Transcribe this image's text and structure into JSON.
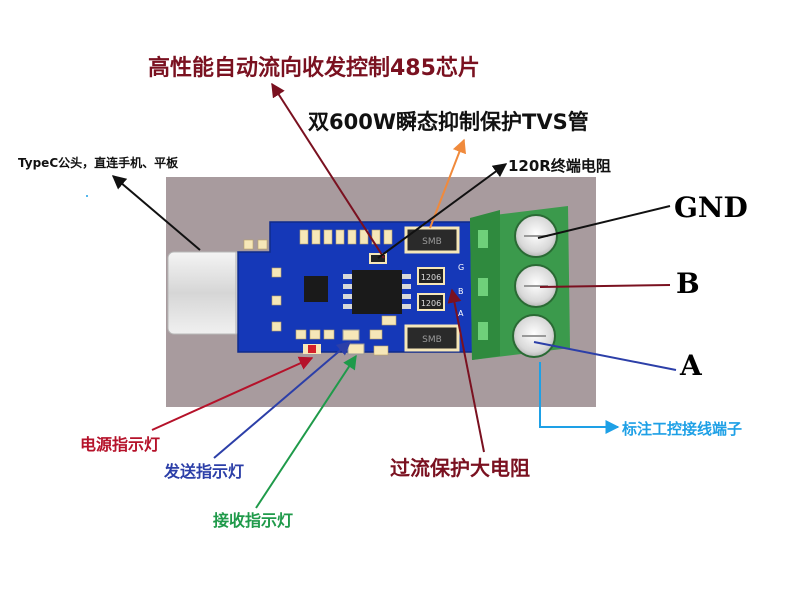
{
  "labels": {
    "title": "高性能自动流向收发控制485芯片",
    "tvs": "双600W瞬态抑制保护TVS管",
    "typec": "TypeC公头，直连手机、平板",
    "r120": "120R终端电阻",
    "gnd": "GND",
    "b": "B",
    "a": "A",
    "terminal": "标注工控接线端子",
    "power_led": "电源指示灯",
    "overcurrent": "过流保护大电阻",
    "tx_led": "发送指示灯",
    "rx_led": "接收指示灯"
  },
  "pcb_marks": {
    "smb_top": "SMB",
    "smb_bottom": "SMB",
    "res_1": "1206",
    "res_2": "1206",
    "pin_g": "G",
    "pin_b": "B",
    "pin_a": "A"
  },
  "colors": {
    "dark_red": "#7a1120",
    "red": "#b5122a",
    "orange": "#f08a3c",
    "black": "#111111",
    "blue": "#2c3fa8",
    "sky": "#1ea0e6",
    "green": "#1f9a4a",
    "pcb": "#1538b8",
    "terminal": "#3b9a4c",
    "backdrop": "#a89b9e"
  }
}
